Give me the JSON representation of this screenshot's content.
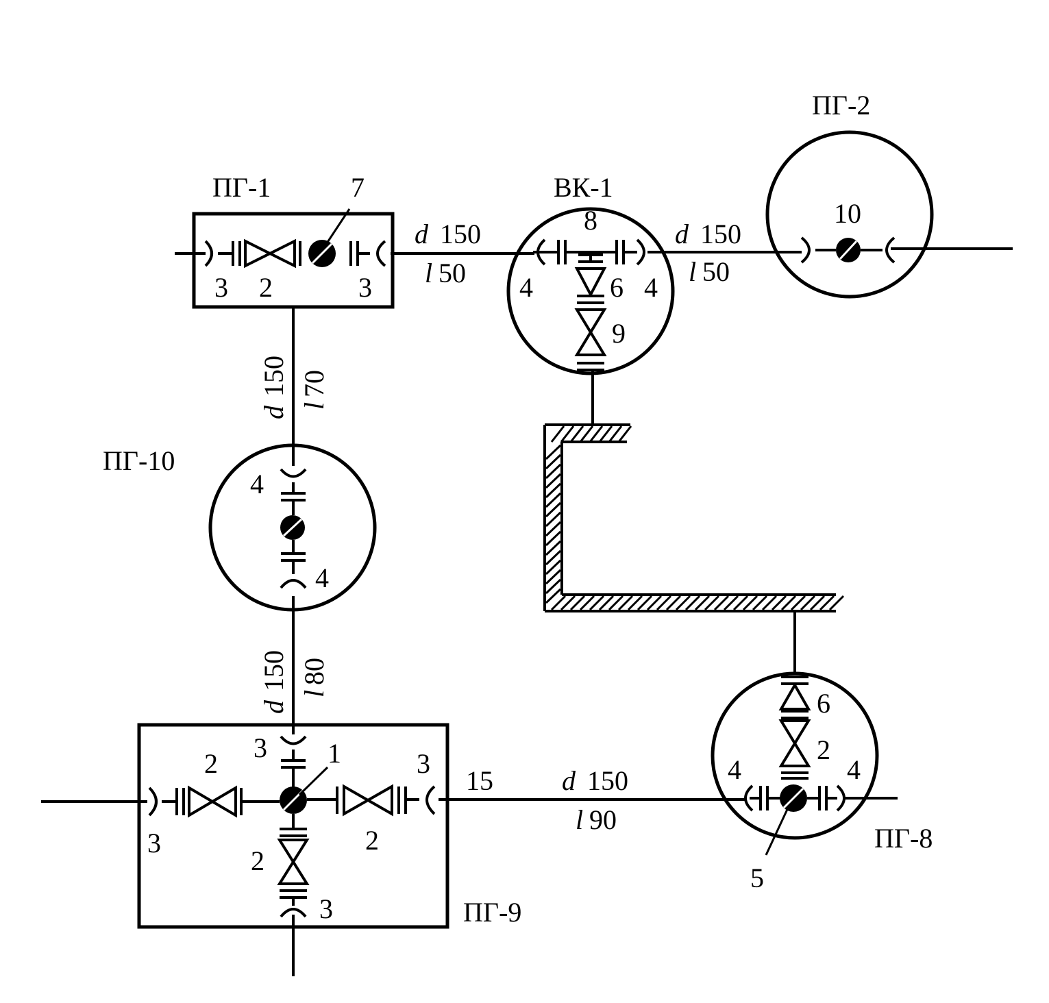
{
  "nodes": {
    "pg1": "ПГ-1",
    "pg2": "ПГ-2",
    "vk1": "ВК-1",
    "pg10": "ПГ-10",
    "pg9": "ПГ-9",
    "pg8": "ПГ-8"
  },
  "pipes": {
    "pg1_vk1": {
      "d": "d",
      "d_val": "150",
      "l": "l",
      "l_val": "50"
    },
    "vk1_pg2": {
      "d": "d",
      "d_val": "150",
      "l": "l",
      "l_val": "50"
    },
    "pg1_pg10": {
      "d": "d",
      "d_val": "150",
      "l": "l",
      "l_val": "70"
    },
    "pg10_pg9": {
      "d": "d",
      "d_val": "150",
      "l": "l",
      "l_val": "80"
    },
    "pg9_pg8": {
      "d": "d",
      "d_val": "150",
      "l": "l",
      "l_val": "90",
      "extra": "15"
    }
  },
  "part_numbers": {
    "pg1": [
      "3",
      "2",
      "3",
      "7"
    ],
    "pg2": [
      "10"
    ],
    "vk1": [
      "8",
      "4",
      "6",
      "4",
      "9"
    ],
    "pg10": [
      "4",
      "4"
    ],
    "pg9": [
      "3",
      "1",
      "2",
      "3",
      "3",
      "2",
      "2",
      "3"
    ],
    "pg8": [
      "6",
      "2",
      "4",
      "4",
      "5"
    ]
  }
}
